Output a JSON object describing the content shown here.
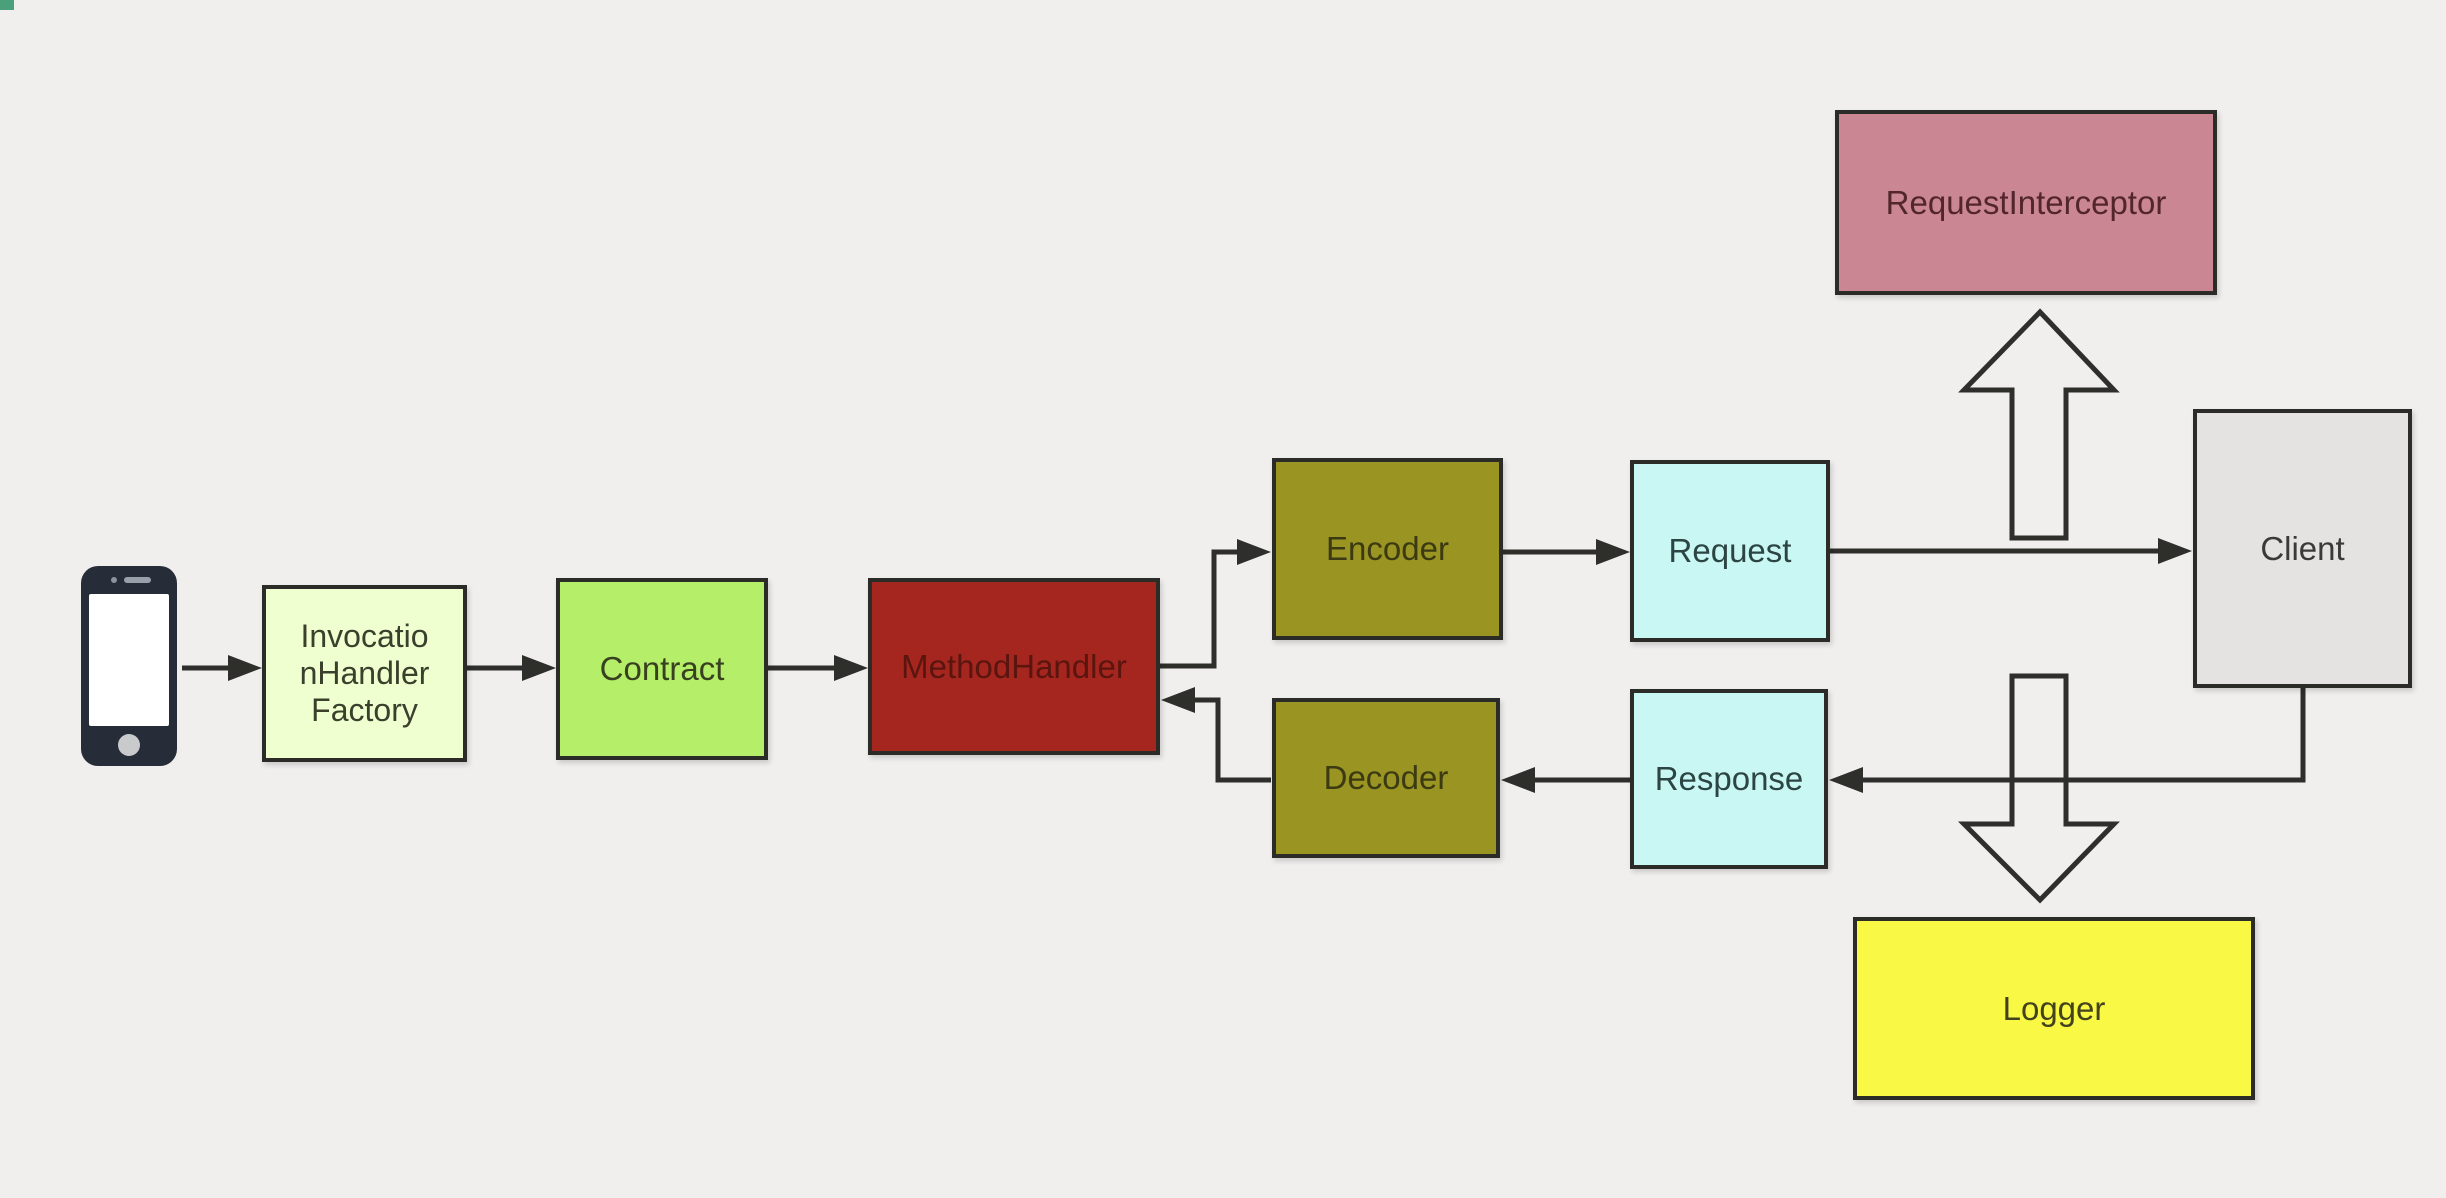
{
  "canvas": {
    "background_color": "#f0efee",
    "corner_accent_color": "#4aa07a",
    "line_color": "#2e2e2b"
  },
  "nodes": {
    "phone": {
      "icon": "smartphone-icon",
      "body_color": "#272c39",
      "screen_color": "#ffffff"
    },
    "factory": {
      "label": "InvocationHandlerFactory",
      "fill": "#efffd0",
      "text_color": "#3a402c"
    },
    "contract": {
      "label": "Contract",
      "fill": "#b5ee68",
      "text_color": "#37411f"
    },
    "methodHandler": {
      "label": "MethodHandler",
      "fill": "#a5261f",
      "text_color": "#5a150f"
    },
    "encoder": {
      "label": "Encoder",
      "fill": "#9a9422",
      "text_color": "#3b3a13"
    },
    "decoder": {
      "label": "Decoder",
      "fill": "#9a9422",
      "text_color": "#3b3a13"
    },
    "request": {
      "label": "Request",
      "fill": "#c9f7f4",
      "text_color": "#2c4543"
    },
    "response": {
      "label": "Response",
      "fill": "#c9f7f4",
      "text_color": "#2c4543"
    },
    "requestInterceptor": {
      "label": "RequestInterceptor",
      "fill": "#ca8793",
      "text_color": "#53262c"
    },
    "client": {
      "label": "Client",
      "fill": "#e4e3e1",
      "text_color": "#3a3a38"
    },
    "logger": {
      "label": "Logger",
      "fill": "#f8f845",
      "text_color": "#43421c"
    }
  },
  "edges": [
    {
      "from": "phone",
      "to": "InvocationHandlerFactory",
      "style": "solid-arrow"
    },
    {
      "from": "InvocationHandlerFactory",
      "to": "Contract",
      "style": "solid-arrow"
    },
    {
      "from": "Contract",
      "to": "MethodHandler",
      "style": "solid-arrow"
    },
    {
      "from": "MethodHandler",
      "to": "Encoder",
      "style": "solid-arrow-elbow"
    },
    {
      "from": "Encoder",
      "to": "Request",
      "style": "solid-arrow"
    },
    {
      "from": "Request",
      "to": "Client",
      "style": "solid-arrow"
    },
    {
      "from": "Client",
      "to": "Response",
      "style": "solid-arrow-elbow"
    },
    {
      "from": "Response",
      "to": "Decoder",
      "style": "solid-arrow"
    },
    {
      "from": "Decoder",
      "to": "MethodHandler",
      "style": "solid-arrow-elbow"
    },
    {
      "from": "request-flow",
      "to": "RequestInterceptor",
      "style": "outlined-block-arrow",
      "direction": "up"
    },
    {
      "from": "response-flow",
      "to": "Logger",
      "style": "outlined-block-arrow",
      "direction": "down"
    }
  ]
}
